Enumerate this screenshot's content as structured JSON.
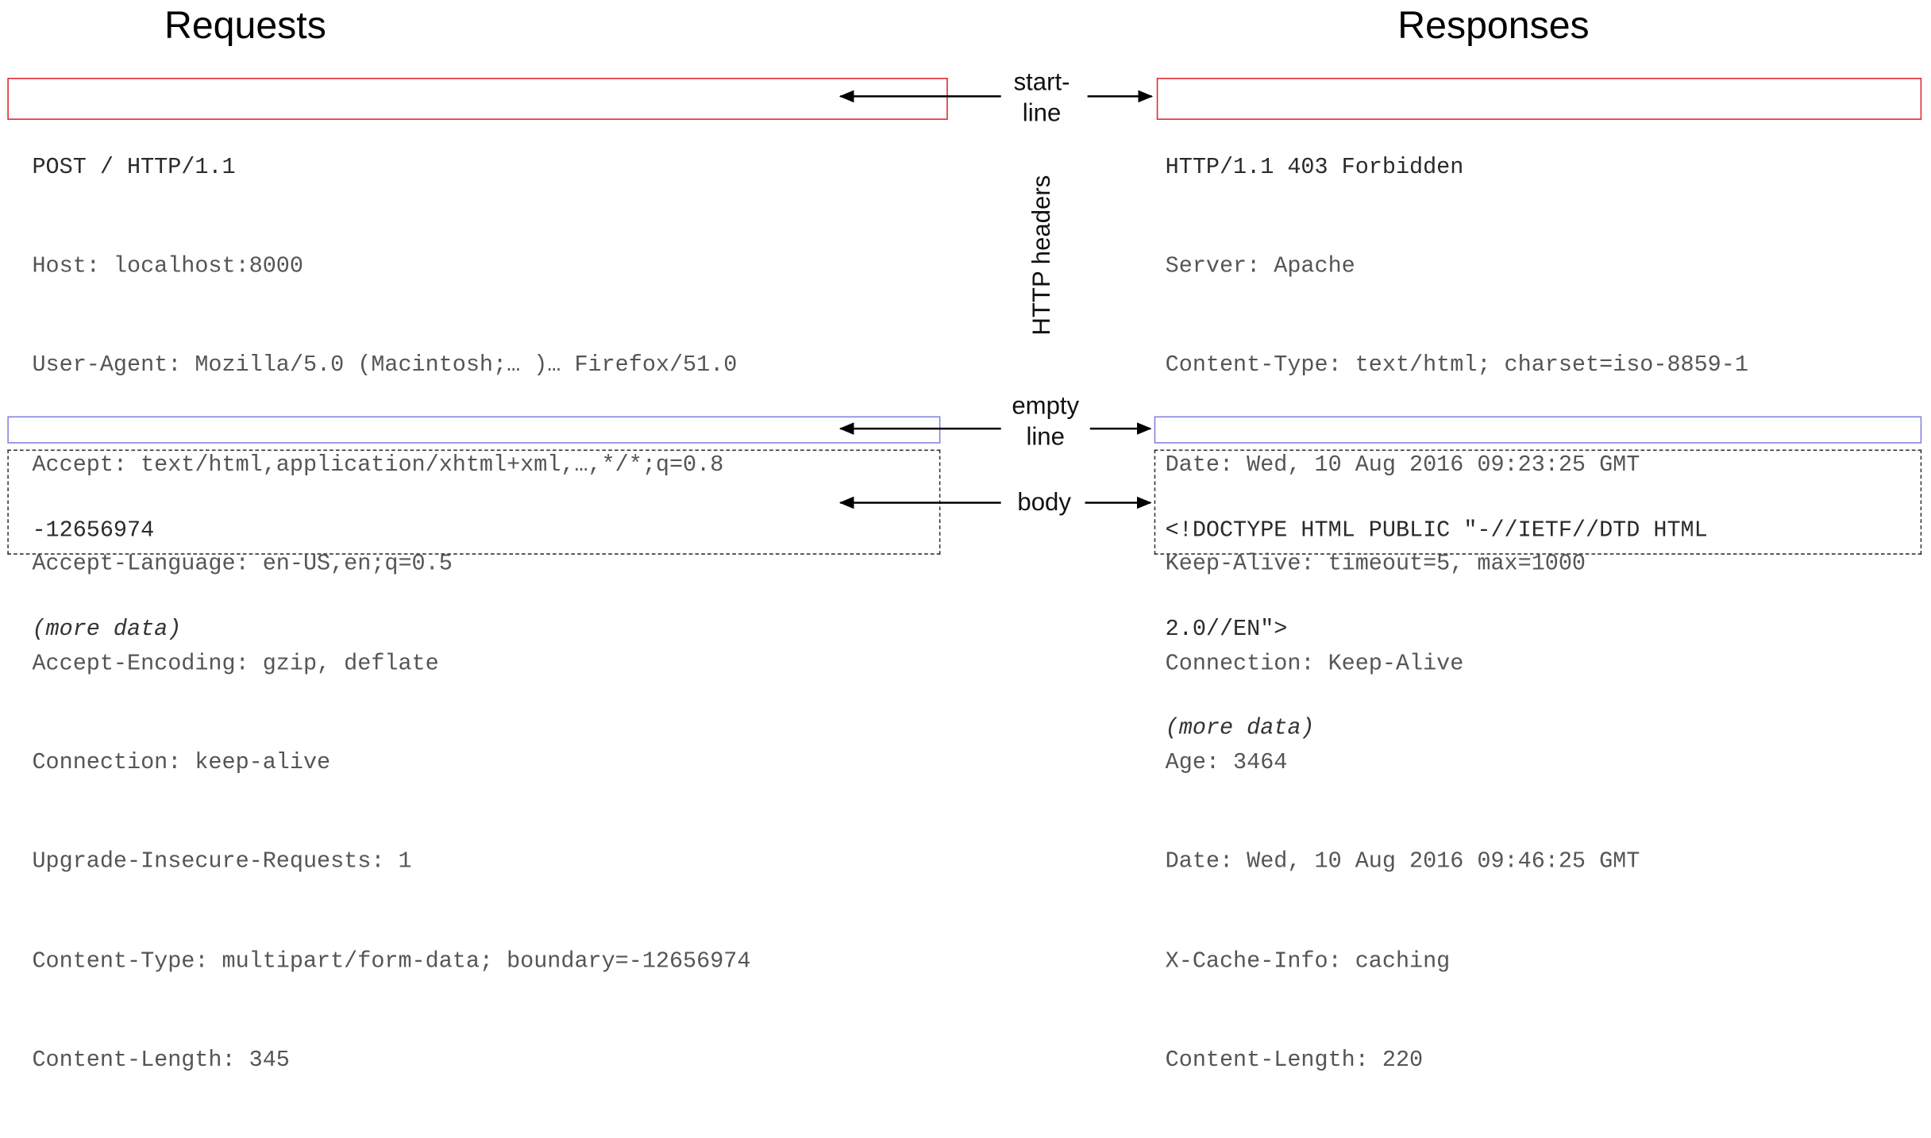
{
  "requests": {
    "title": "Requests",
    "start_line": "POST / HTTP/1.1",
    "headers": [
      "Host: localhost:8000",
      "User-Agent: Mozilla/5.0 (Macintosh;… )… Firefox/51.0",
      "Accept: text/html,application/xhtml+xml,…,*/*;q=0.8",
      "Accept-Language: en-US,en;q=0.5",
      "Accept-Encoding: gzip, deflate",
      "Connection: keep-alive",
      "Upgrade-Insecure-Requests: 1",
      "Content-Type: multipart/form-data; boundary=-12656974",
      "Content-Length: 345"
    ],
    "body_lines": [
      "-12656974"
    ],
    "more_data": "(more data)"
  },
  "responses": {
    "title": "Responses",
    "start_line": "HTTP/1.1 403 Forbidden",
    "headers": [
      "Server: Apache",
      "Content-Type: text/html; charset=iso-8859-1",
      "Date: Wed, 10 Aug 2016 09:23:25 GMT",
      "Keep-Alive: timeout=5, max=1000",
      "Connection: Keep-Alive",
      "Age: 3464",
      "Date: Wed, 10 Aug 2016 09:46:25 GMT",
      "X-Cache-Info: caching",
      "Content-Length: 220"
    ],
    "body_lines": [
      "<!DOCTYPE HTML PUBLIC \"-//IETF//DTD HTML",
      "2.0//EN\">"
    ],
    "more_data": "(more data)"
  },
  "labels": {
    "start_line": [
      "start-",
      "line"
    ],
    "http_headers": "HTTP headers",
    "empty_line": [
      "empty",
      "line"
    ],
    "body": "body"
  },
  "colors": {
    "start_line_box": "#e0262b",
    "empty_line_box": "#8080e0",
    "body_box": "#333333"
  }
}
